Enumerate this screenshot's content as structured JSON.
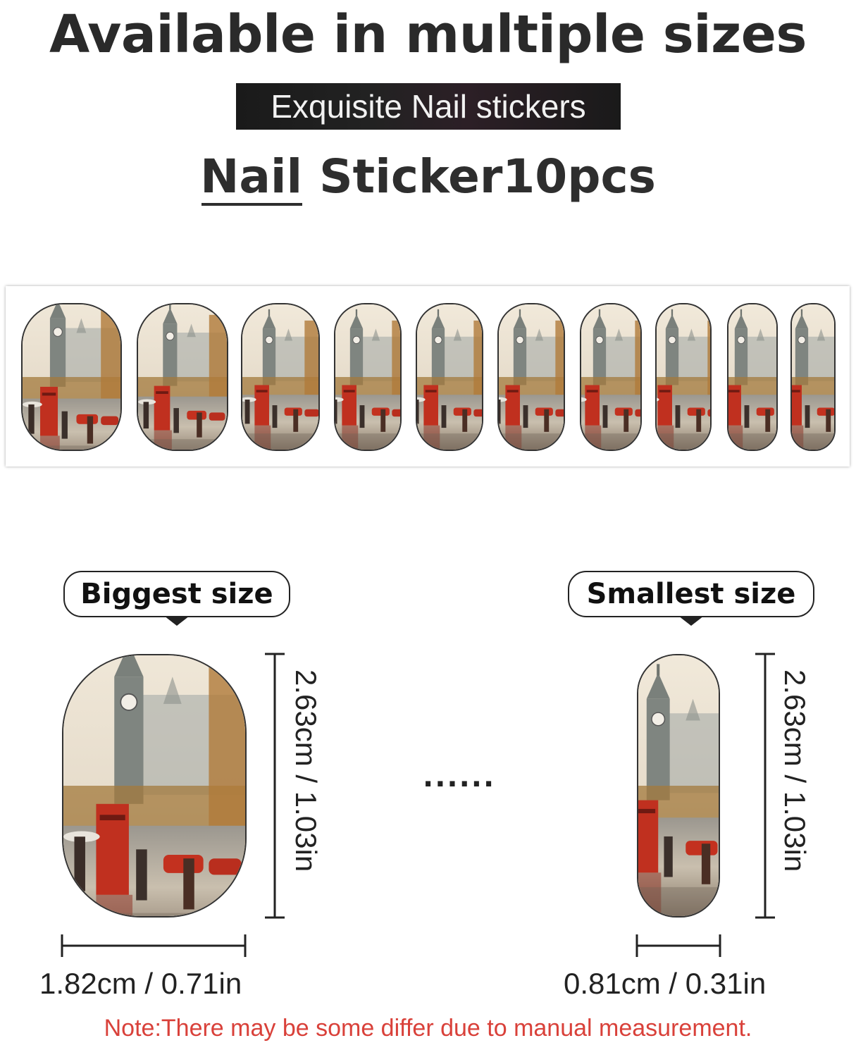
{
  "header": {
    "title": "Available in multiple sizes",
    "banner": "Exquisite Nail stickers",
    "subtitle_word": "Nail",
    "subtitle_rest": "Sticker10pcs"
  },
  "strip": {
    "count": 10
  },
  "biggest": {
    "label": "Biggest size",
    "height_text": "2.63cm / 1.03in",
    "width_text": "1.82cm / 0.71in"
  },
  "smallest": {
    "label": "Smallest size",
    "height_text": "2.63cm / 1.03in",
    "width_text": "0.81cm / 0.31in"
  },
  "ellipsis": "......",
  "note": "Note:There may be some differ due to manual measurement.",
  "colors": {
    "note": "#d9413a",
    "banner_bg": "#1e1e1e",
    "phonebox": "#c0301f",
    "sky": "#efe6d6"
  }
}
